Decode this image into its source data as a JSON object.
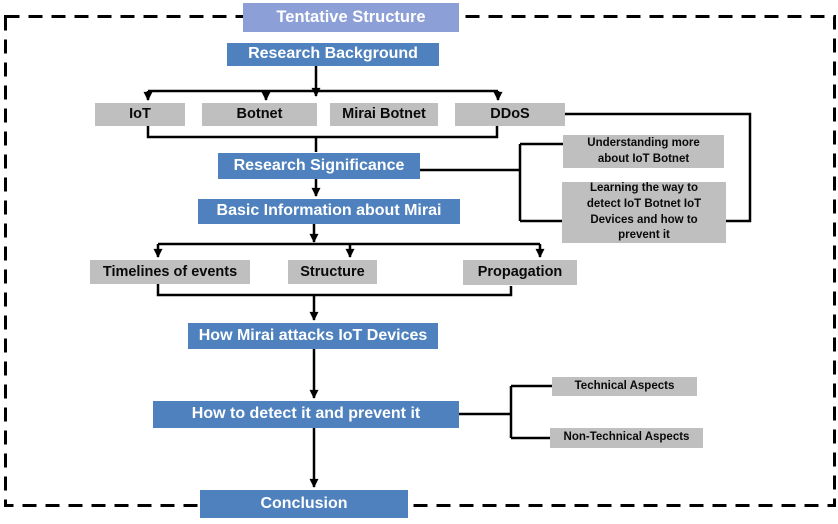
{
  "diagram": {
    "title": "Tentative Structure",
    "colors": {
      "header_blue": "#8C9FD6",
      "node_blue": "#4E81BD",
      "node_gray": "#BFBFBF",
      "line_black": "#000000",
      "background": "#ffffff"
    },
    "nodes": {
      "research_background": "Research Background",
      "iot": "IoT",
      "botnet": "Botnet",
      "mirai_botnet": "Mirai Botnet",
      "ddos": "DDoS",
      "research_significance": "Research Significance",
      "understanding": "Understanding more\nabout IoT Botnet",
      "learning": "Learning the way to\ndetect IoT Botnet IoT\nDevices and how to\nprevent it",
      "basic_information": "Basic Information about Mirai",
      "timelines": "Timelines of events",
      "structure": "Structure",
      "propagation": "Propagation",
      "how_mirai_attacks": "How Mirai attacks IoT Devices",
      "how_to_detect": "How to detect it and prevent it",
      "technical": "Technical Aspects",
      "non_technical": "Non-Technical Aspects",
      "conclusion": "Conclusion"
    }
  }
}
